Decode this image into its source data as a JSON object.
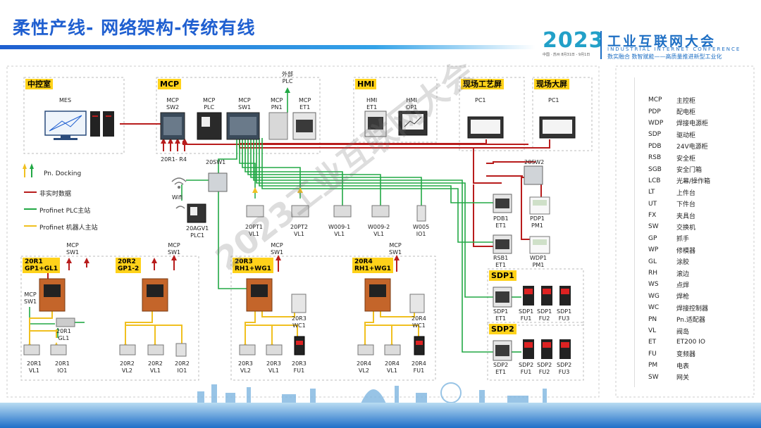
{
  "title": "柔性产线- 网络架构-传统有线",
  "logo": {
    "year": "2023",
    "sub": "中国 · 苏州  8月31日 - 9月1日",
    "cn": "工业互联网大会",
    "en": "INDUSTRIAL INTERNET CONFERENCE",
    "slogan": "数实融合  数智赋能——高质量推进新型工业化"
  },
  "watermark": "2023工业互联网大会",
  "sections": {
    "control_room": "中控室",
    "mcp": "MCP",
    "hmi": "HMI",
    "field_process": "现场工艺屏",
    "field_big": "现场大屏",
    "line1": "20R1\nGP1+GL1",
    "line2": "20R2\nGP1-2",
    "line3": "20R3\nRH1+WG1",
    "line4": "20R4\nRH1+WG1",
    "sdp1": "SDP1",
    "sdp2": "SDP2"
  },
  "devices": {
    "mes": "MES",
    "mcp_sw2": "MCP\nSW2",
    "mcp_plc": "MCP\nPLC",
    "mcp_sw1": "MCP\nSW1",
    "mcp_pn1": "MCP\nPN1",
    "mcp_et1": "MCP\nET1",
    "outside_plc": "外部\nPLC",
    "r1_r4": "20R1- R4",
    "sw_20": "20SW1",
    "hmi_et1": "HMI\nET1",
    "hmi_op1": "HMI\nOP1",
    "pc1_a": "PC1",
    "pc1_b": "PC1",
    "sw2_20": "20SW2",
    "wifi": "Wifi",
    "agv": "20AGV1\nPLC1",
    "pt1": "20PT1\nVL1",
    "pt2": "20PT2\nVL1",
    "w0091": "W009-1\nVL1",
    "w0092": "W009-2\nVL1",
    "w005": "W005\nIO1",
    "pdb1": "PDB1\nET1",
    "pdp1": "PDP1\nPM1",
    "rsb1": "RSB1\nET1",
    "wdp1": "WDP1\nPM1",
    "l1_sw": "MCP\nSW1",
    "l2_sw": "MCP\nSW1",
    "l3_sw": "MCP\nSW1",
    "l4_sw": "MCP\nSW1",
    "l1_left_sw": "MCP\nSW1",
    "r1_gl1": "20R1\nGL1",
    "r1_vl1": "20R1\nVL1",
    "r1_io1": "20R1\nIO1",
    "r2_vl2": "20R2\nVL2",
    "r2_vl1": "20R2\nVL1",
    "r2_io1": "20R2\nIO1",
    "r3_wc1": "20R3\nWC1",
    "r3_vl2": "20R3\nVL2",
    "r3_vl1": "20R3\nVL1",
    "r3_fu1": "20R3\nFU1",
    "r4_wc1": "20R4\nWC1",
    "r4_vl2": "20R4\nVL2",
    "r4_vl1": "20R4\nVL1",
    "r4_fu1": "20R4\nFU1",
    "sdp1_et1": "SDP1\nET1",
    "sdp1_fu1": "SDP1\nFU1",
    "sdp1_fu2": "SDP1\nFU2",
    "sdp1_fu3": "SDP1\nFU3",
    "sdp2_et1": "SDP2\nET1",
    "sdp2_fu1": "SDP2\nFU1",
    "sdp2_fu2": "SDP2\nFU2",
    "sdp2_fu3": "SDP2\nFU3"
  },
  "legend": [
    {
      "label": "Pn. Docking",
      "color": "#f0c020"
    },
    {
      "label": "非实时数据",
      "color": "#b81c1c"
    },
    {
      "label": "Profinet  PLC主站",
      "color": "#22a845"
    },
    {
      "label": "Profinet  机器人主站",
      "color": "#f0c020"
    }
  ],
  "abbreviations": [
    {
      "code": "MCP",
      "desc": "主控柜"
    },
    {
      "code": "PDP",
      "desc": "配电柜"
    },
    {
      "code": "WDP",
      "desc": "焊接电源柜"
    },
    {
      "code": "SDP",
      "desc": "驱动柜"
    },
    {
      "code": "PDB",
      "desc": "24V电源柜"
    },
    {
      "code": "RSB",
      "desc": "安全柜"
    },
    {
      "code": "SGB",
      "desc": "安全门箱"
    },
    {
      "code": "LCB",
      "desc": "光幕/操作箱"
    },
    {
      "code": "LT",
      "desc": "上件台"
    },
    {
      "code": "UT",
      "desc": "下件台"
    },
    {
      "code": "FX",
      "desc": "夹具台"
    },
    {
      "code": "SW",
      "desc": "交换机"
    },
    {
      "code": "GP",
      "desc": "抓手"
    },
    {
      "code": "WP",
      "desc": "修模器"
    },
    {
      "code": "GL",
      "desc": "涂胶"
    },
    {
      "code": "RH",
      "desc": "滚边"
    },
    {
      "code": "WS",
      "desc": "点焊"
    },
    {
      "code": "WG",
      "desc": "焊枪"
    },
    {
      "code": "WC",
      "desc": "焊接控制器"
    },
    {
      "code": "PN",
      "desc": "Pn.适配器"
    },
    {
      "code": "VL",
      "desc": "阀岛"
    },
    {
      "code": "ET",
      "desc": "ET200 IO"
    },
    {
      "code": "FU",
      "desc": "变频器"
    },
    {
      "code": "PM",
      "desc": "电表"
    },
    {
      "code": "SW",
      "desc": "网关"
    }
  ],
  "colors": {
    "red": "#b81c1c",
    "green": "#22a845",
    "yellow": "#f0c020",
    "accent": "#1f5fd0"
  }
}
